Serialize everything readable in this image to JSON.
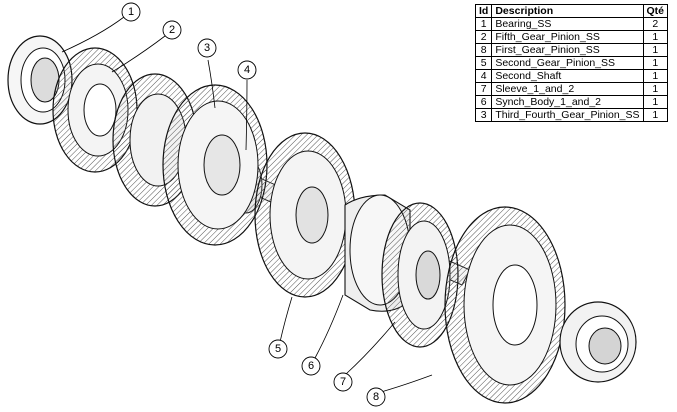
{
  "bom": {
    "headers": {
      "id": "Id",
      "description": "Description",
      "qty": "Qté"
    },
    "rows": [
      {
        "id": "1",
        "description": "Bearing_SS",
        "qty": "2"
      },
      {
        "id": "2",
        "description": "Fifth_Gear_Pinion_SS",
        "qty": "1"
      },
      {
        "id": "8",
        "description": "First_Gear_Pinion_SS",
        "qty": "1"
      },
      {
        "id": "5",
        "description": "Second_Gear_Pinion_SS",
        "qty": "1"
      },
      {
        "id": "4",
        "description": "Second_Shaft",
        "qty": "1"
      },
      {
        "id": "7",
        "description": "Sleeve_1_and_2",
        "qty": "1"
      },
      {
        "id": "6",
        "description": "Synch_Body_1_and_2",
        "qty": "1"
      },
      {
        "id": "3",
        "description": "Third_Fourth_Gear_Pinion_SS",
        "qty": "1"
      }
    ]
  },
  "balloons": [
    "1",
    "2",
    "3",
    "4",
    "5",
    "6",
    "7",
    "8"
  ]
}
